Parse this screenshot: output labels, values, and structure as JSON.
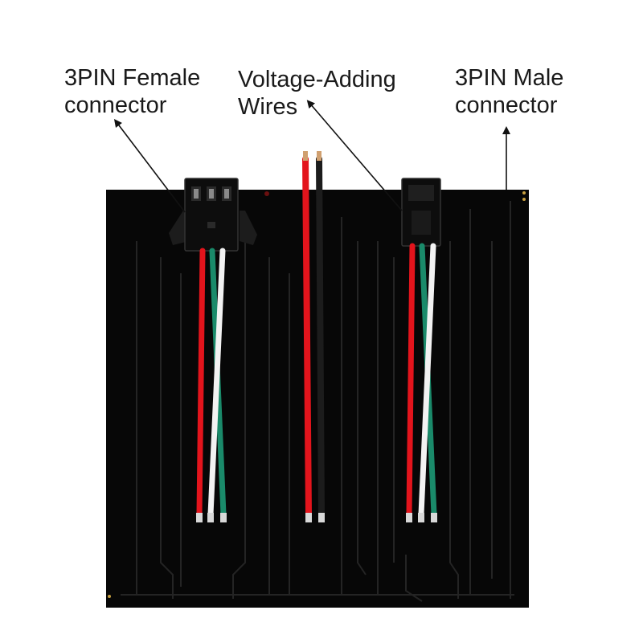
{
  "labels": {
    "female": {
      "line1": "3PIN Female",
      "line2": "connector"
    },
    "voltage": {
      "line1": "Voltage-Adding",
      "line2": "Wires"
    },
    "male": {
      "line1": "3PIN Male",
      "line2": "connector"
    }
  },
  "colors": {
    "panel": "#070707",
    "trace": "#242424",
    "wire_red": "#e3141c",
    "wire_black": "#1c1c1c",
    "wire_green": "#1a8a6a",
    "wire_white": "#f2f2f2",
    "connector": "#0d0d0d",
    "arrow": "#111111"
  }
}
